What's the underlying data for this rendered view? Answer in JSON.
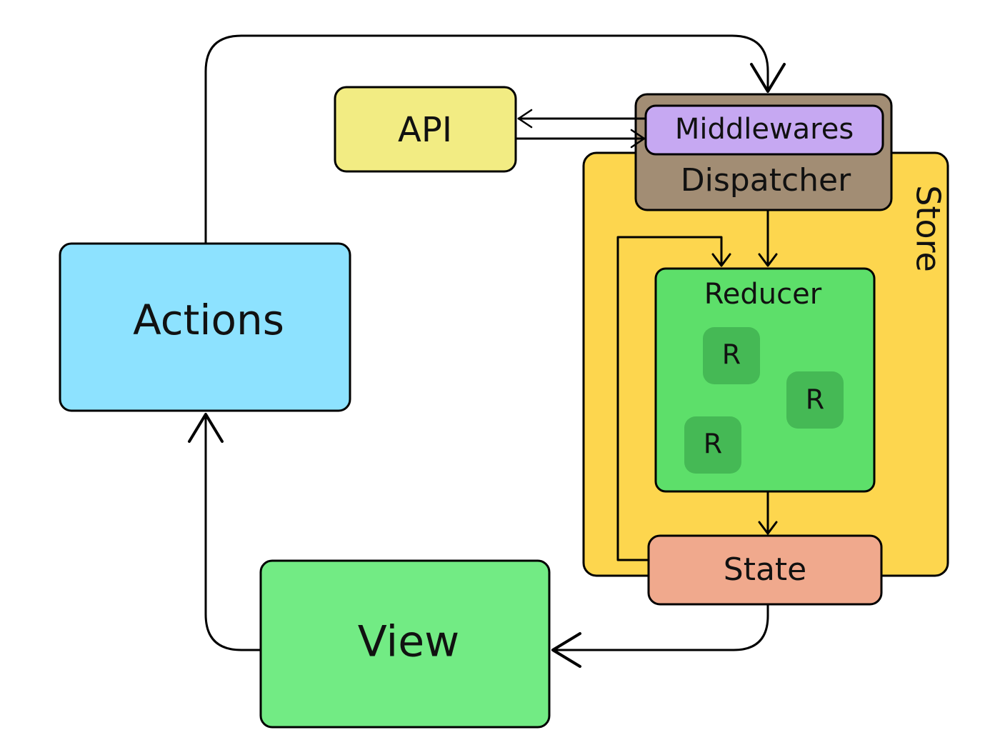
{
  "diagram": {
    "nodes": {
      "api": {
        "label": "API",
        "color": "#f2ec83"
      },
      "actions": {
        "label": "Actions",
        "color": "#8de2ff"
      },
      "view": {
        "label": "View",
        "color": "#72eb84"
      },
      "store": {
        "label": "Store",
        "color": "#fdd64e"
      },
      "dispatcher": {
        "label": "Dispatcher",
        "color": "#a28d74"
      },
      "middlewares": {
        "label": "Middlewares",
        "color": "#c6a8f2"
      },
      "reducer": {
        "label": "Reducer",
        "color": "#5ddf6a"
      },
      "sub_reducers": [
        {
          "label": "R",
          "color": "#45b955"
        },
        {
          "label": "R",
          "color": "#45b955"
        },
        {
          "label": "R",
          "color": "#45b955"
        }
      ],
      "state": {
        "label": "State",
        "color": "#f0a98d"
      }
    },
    "edges": [
      {
        "from": "actions",
        "to": "dispatcher"
      },
      {
        "from": "middlewares",
        "to": "api"
      },
      {
        "from": "api",
        "to": "middlewares"
      },
      {
        "from": "dispatcher",
        "to": "reducer"
      },
      {
        "from": "state",
        "to": "reducer"
      },
      {
        "from": "reducer",
        "to": "state"
      },
      {
        "from": "state",
        "to": "view"
      },
      {
        "from": "view",
        "to": "actions"
      }
    ]
  }
}
